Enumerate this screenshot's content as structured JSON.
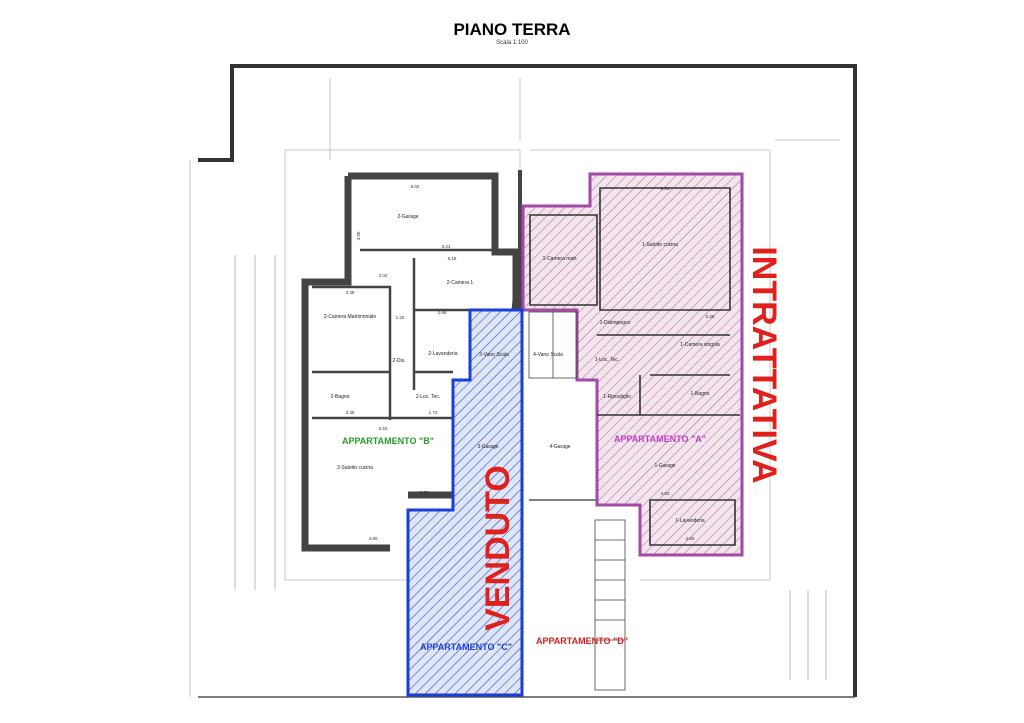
{
  "header": {
    "title": "PIANO TERRA",
    "scale": "Scala 1:100"
  },
  "colors": {
    "sold": "#1a3fd6",
    "negotiation": "#a24aa6",
    "overlay_text": "#e0201b",
    "apt_b": "#2a9a2a",
    "apt_a": "#c23cc6",
    "apt_c": "#1a3fd6",
    "apt_d": "#d02020"
  },
  "overlays": {
    "sold": "VENDUTO",
    "negotiation": "INTRATTATIVA"
  },
  "apartments": {
    "a": "APPARTAMENTO \"A\"",
    "b": "APPARTAMENTO \"B\"",
    "c": "APPARTAMENTO \"C\"",
    "d": "APPARTAMENTO \"D\""
  },
  "rooms": {
    "r2_garage": "2-Garage",
    "r2_camera1": "2-Camera 1",
    "r2_matrimoniale": "2-Camera Matrimoniale",
    "r2_dis": "2-Dis.",
    "r2_lavanderia": "2-Lavanderia",
    "r2_bagno": "2-Bagno",
    "r2_loctec": "2-Loc. Tec.",
    "r2_salotto": "2-Salotto cucina",
    "r3_vano": "3-Vano Scala",
    "r3_garage": "3-Garage",
    "r4_vano": "4-Vano Scala",
    "r4_garage": "4-Garage",
    "r1_camera": "1-Camera matr.",
    "r1_salotto": "1-Salotto cucina",
    "r1_dis": "1-Disimpegno",
    "r1_loctec": "1-Loc. Tec.",
    "r1_ripostiglio": "1-Ripostiglio",
    "r1_singola": "1-Camera singola",
    "r1_bagno": "1-Bagno",
    "r1_garage": "1-Garage",
    "r1_lavanderia": "1-Lavanderia"
  },
  "dimensions": {
    "d1": "6.02",
    "d2": "3.21",
    "d3": "2.02",
    "d4": "3.39",
    "d5": "1.20",
    "d6": "3.39",
    "d7": "1.74",
    "d8": "6.53",
    "d9": "2.53",
    "d10": "4.90",
    "d11": "5.19",
    "d12": "2.68",
    "d13": "5.51",
    "d14": "2.28",
    "d15": "4.53",
    "d16": "4.80"
  }
}
